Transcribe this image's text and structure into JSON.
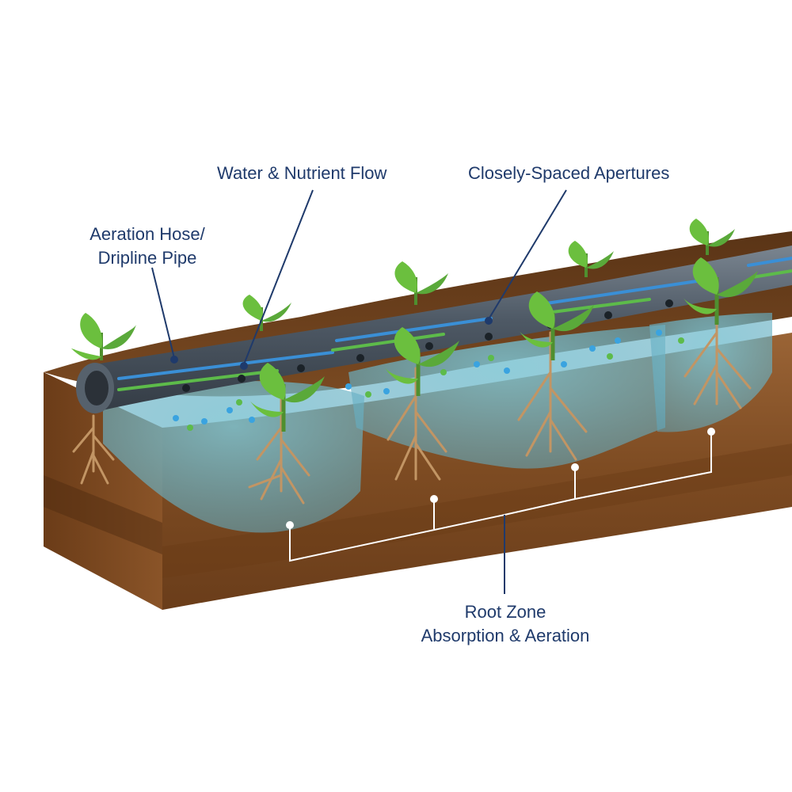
{
  "labels": {
    "water_flow": "Water & Nutrient Flow",
    "apertures": "Closely-Spaced Apertures",
    "hose_line1": "Aeration Hose/",
    "hose_line2": "Dripline Pipe",
    "root_line1": "Root Zone",
    "root_line2": "Absorption & Aeration"
  },
  "colors": {
    "label_text": "#1f3a6b",
    "leader_line": "#1f3a6b",
    "pipe": "#4a5560",
    "pipe_highlight": "#6c7784",
    "soil_top": "#6b3f1d",
    "soil_front": "#8a5a2e",
    "soil_side": "#5a3317",
    "water_zone": "#6fb7c9",
    "water_arrow": "#3a8fd6",
    "nutrient_arrow": "#5dbb4a",
    "plant_leaf": "#5aa93a",
    "root": "#b88a5a"
  }
}
